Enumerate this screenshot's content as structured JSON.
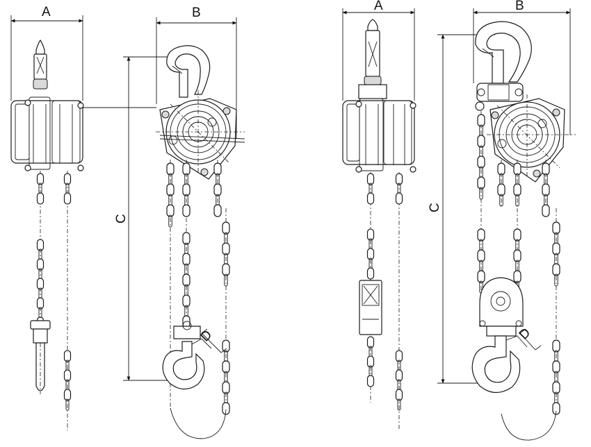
{
  "dimensions": {
    "a": "A",
    "b": "B",
    "c": "C",
    "d": "D"
  },
  "colors": {
    "line": "#1a1a1a",
    "background": "#ffffff",
    "shade": "#d9d9d9"
  }
}
